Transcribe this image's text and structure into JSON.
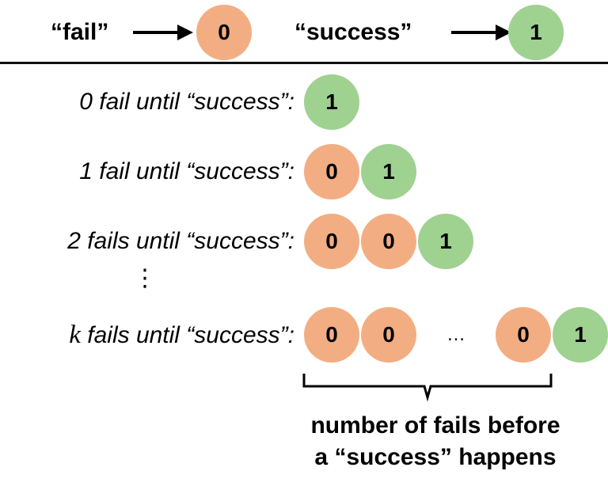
{
  "legend": {
    "fail_label": "“fail”",
    "fail_value": "0",
    "success_label": "“success”",
    "success_value": "1"
  },
  "rows": [
    {
      "label": "0 fail until “success”:",
      "sequence": [
        "1"
      ]
    },
    {
      "label": "1 fail until “success”:",
      "sequence": [
        "0",
        "1"
      ]
    },
    {
      "label": "2 fails until “success”:",
      "sequence": [
        "0",
        "0",
        "1"
      ]
    },
    {
      "label_var": "k",
      "label_rest": " fails until “success”:",
      "sequence": [
        "0",
        "0",
        "…",
        "0",
        "1"
      ]
    }
  ],
  "vertical_ellipsis": "⋮",
  "caption": {
    "line1": "number of fails before",
    "line2": "a “success” happens"
  },
  "colors": {
    "fail": "#f2ae82",
    "success": "#9fd191",
    "text": "#000000"
  }
}
